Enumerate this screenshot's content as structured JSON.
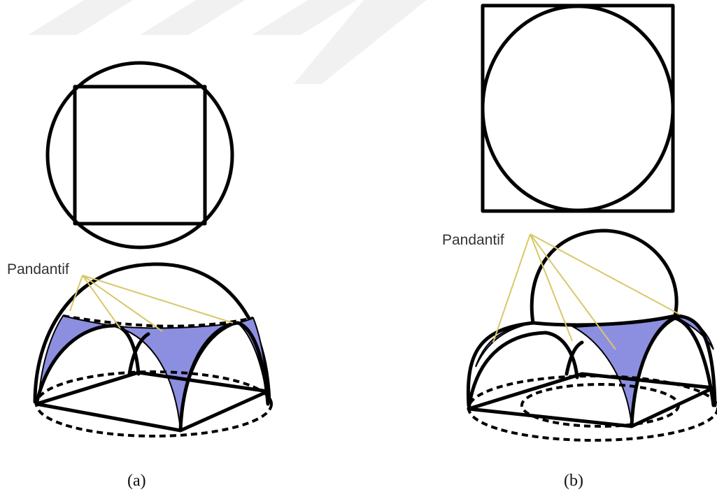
{
  "colors": {
    "pendentive_fill": "#8c8fe0",
    "leader_line": "#d8c86a",
    "outline": "#000000"
  },
  "panel_a": {
    "annotation": "Pandantif",
    "caption": "(a)"
  },
  "panel_b": {
    "annotation": "Pandantif",
    "caption": "(b)"
  }
}
